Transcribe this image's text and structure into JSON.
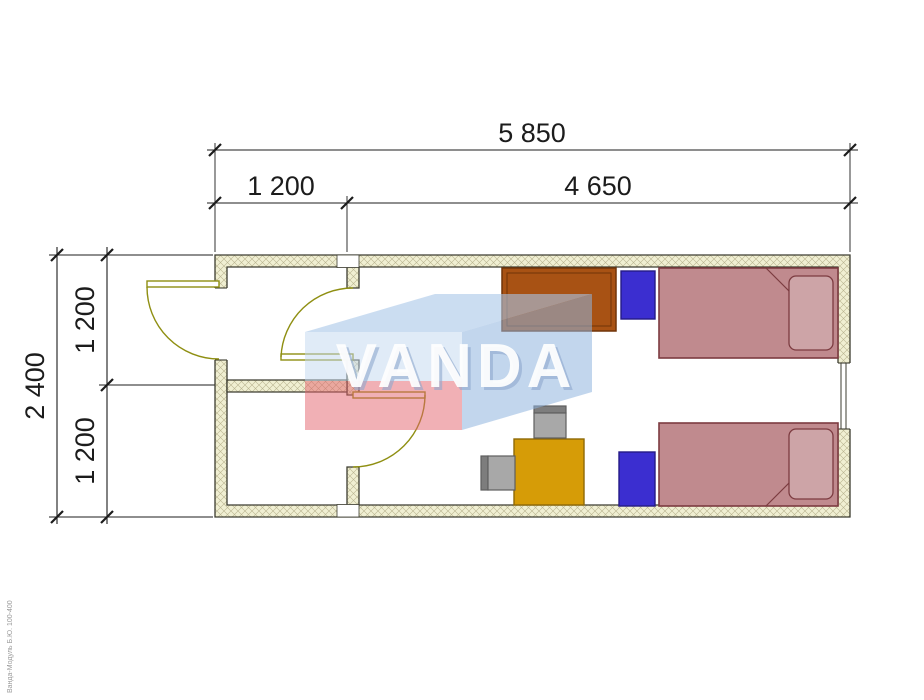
{
  "dimensions": {
    "total_length": "5 850",
    "entry_length": "1 200",
    "main_length": "4 650",
    "total_depth": "2 400",
    "upper_room_depth": "1 200",
    "lower_room_depth": "1 200"
  },
  "watermark": {
    "brand": "VANDA",
    "fine_print": "Ванда-Модуль Б.Ю. 100-400"
  },
  "colors": {
    "ink": "#1c1c1c",
    "wall-fill": "#f0efd2",
    "hatch": "#b9b490",
    "wall-stroke": "#3c3c30",
    "door": "#8f8f12",
    "bed-fill": "#c08a8e",
    "bed-stroke": "#7c3b40",
    "pillow-fill": "#cda4a7",
    "wardrobe-fill": "#a85214",
    "wardrobe-stroke": "#713409",
    "nightstand-fill": "#3b2ed0",
    "nightstand-stroke": "#251b86",
    "table-fill": "#d69c07",
    "table-stroke": "#8f6a05",
    "chair-fill": "#a8a8a8",
    "chair-back": "#7d7d7d",
    "chair-stroke": "#5e5e5e",
    "wm-blue": "#a9c6e8",
    "wm-blue-dark": "#90b4de",
    "wm-blue-light": "#c2d7ef",
    "wm-red": "#e4626c",
    "wm-shadow": "#8fa9cf"
  }
}
